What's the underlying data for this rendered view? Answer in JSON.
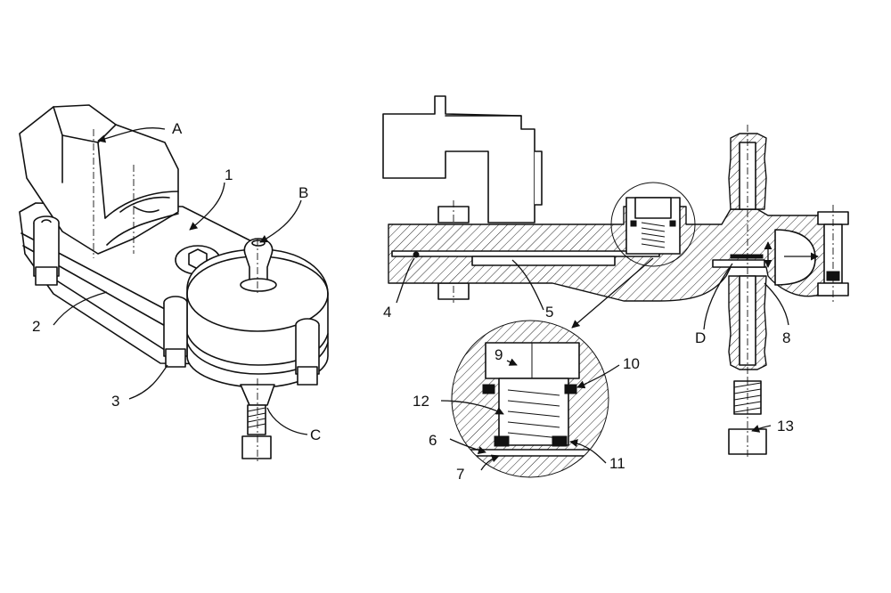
{
  "colors": {
    "line": "#111111",
    "background": "#ffffff"
  },
  "labels": {
    "A": "A",
    "B": "B",
    "C": "C",
    "D": "D",
    "n1": "1",
    "n2": "2",
    "n3": "3",
    "n4": "4",
    "n5": "5",
    "n6": "6",
    "n7": "7",
    "n8": "8",
    "n9": "9",
    "n10": "10",
    "n11": "11",
    "n12": "12",
    "n13": "13"
  }
}
